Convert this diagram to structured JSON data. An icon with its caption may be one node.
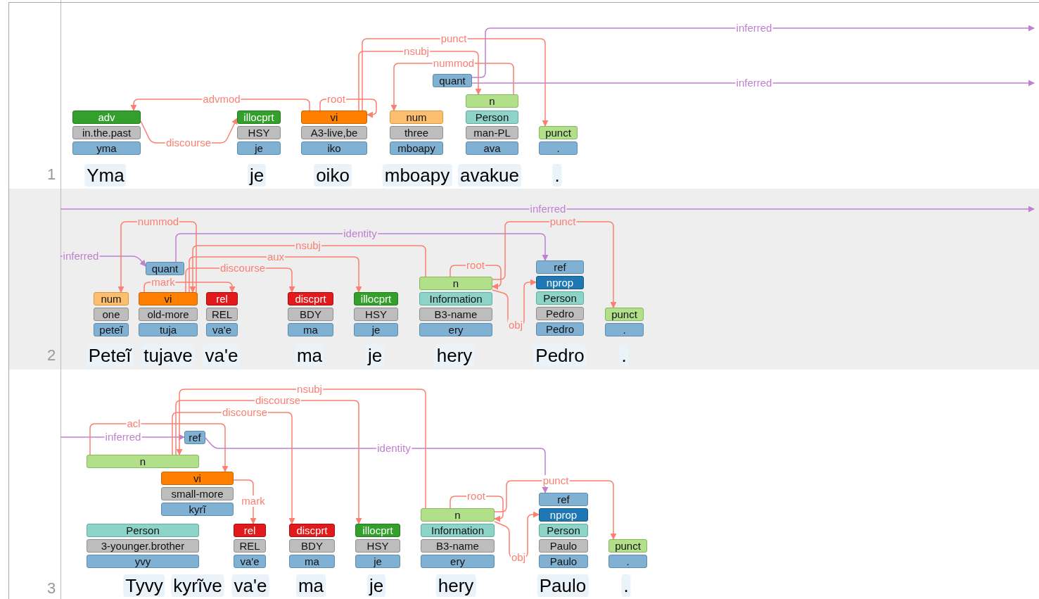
{
  "diagram": {
    "nodes": [
      {
        "text": [
          "adv"
        ]
      },
      {
        "text": [
          "in.the.past"
        ]
      },
      {
        "text": [
          "yma"
        ]
      },
      {
        "text": [
          "illocprt"
        ]
      },
      {
        "text": [
          "HSY"
        ]
      },
      {
        "text": [
          "je"
        ]
      },
      {
        "text": [
          "vi"
        ]
      },
      {
        "text": [
          "A3-live,be"
        ]
      },
      {
        "text": [
          "iko"
        ]
      },
      {
        "text": [
          "quant"
        ]
      },
      {
        "text": [
          "num"
        ]
      },
      {
        "text": [
          "three"
        ]
      },
      {
        "text": [
          "mboapy"
        ]
      },
      {
        "text": [
          "n"
        ]
      },
      {
        "text": [
          "Person"
        ]
      },
      {
        "text": [
          "man-PL"
        ]
      },
      {
        "text": [
          "ava"
        ]
      },
      {
        "text": [
          "punct"
        ]
      },
      {
        "text": [
          "."
        ]
      },
      {
        "text": [
          "Yma"
        ]
      },
      {
        "text": [
          "je"
        ]
      },
      {
        "text": [
          "oiko"
        ]
      },
      {
        "text": [
          "mboapy"
        ]
      },
      {
        "text": [
          "avakue"
        ]
      },
      {
        "text": [
          "."
        ]
      },
      {
        "text": [
          "quant"
        ]
      },
      {
        "text": [
          "num"
        ]
      },
      {
        "text": [
          "one"
        ]
      },
      {
        "text": [
          "peteĩ"
        ]
      },
      {
        "text": [
          "vi"
        ]
      },
      {
        "text": [
          "old-more"
        ]
      },
      {
        "text": [
          "tuja"
        ]
      },
      {
        "text": [
          "rel"
        ]
      },
      {
        "text": [
          "REL"
        ]
      },
      {
        "text": [
          "va'e"
        ]
      },
      {
        "text": [
          "discprt"
        ]
      },
      {
        "text": [
          "BDY"
        ]
      },
      {
        "text": [
          "ma"
        ]
      },
      {
        "text": [
          "illocprt"
        ]
      },
      {
        "text": [
          "HSY"
        ]
      },
      {
        "text": [
          "je"
        ]
      },
      {
        "text": [
          "n"
        ]
      },
      {
        "text": [
          "Information"
        ]
      },
      {
        "text": [
          "B3-name"
        ]
      },
      {
        "text": [
          "ery"
        ]
      },
      {
        "text": [
          "ref"
        ]
      },
      {
        "text": [
          "nprop"
        ]
      },
      {
        "text": [
          "Person"
        ]
      },
      {
        "text": [
          "Pedro"
        ]
      },
      {
        "text": [
          "Pedro"
        ]
      },
      {
        "text": [
          "punct"
        ]
      },
      {
        "text": [
          "."
        ]
      },
      {
        "text": [
          "Peteĩ"
        ]
      },
      {
        "text": [
          "tujave"
        ]
      },
      {
        "text": [
          "va'e"
        ]
      },
      {
        "text": [
          "ma"
        ]
      },
      {
        "text": [
          "je"
        ]
      },
      {
        "text": [
          "hery"
        ]
      },
      {
        "text": [
          "Pedro"
        ]
      },
      {
        "text": [
          "."
        ]
      },
      {
        "text": [
          "ref"
        ]
      },
      {
        "text": [
          "n"
        ]
      },
      {
        "text": [
          "vi"
        ]
      },
      {
        "text": [
          "small-more"
        ]
      },
      {
        "text": [
          "kyrĩ"
        ]
      },
      {
        "text": [
          "Person"
        ]
      },
      {
        "text": [
          "3-younger.brother"
        ]
      },
      {
        "text": [
          "yvy"
        ]
      },
      {
        "text": [
          "rel"
        ]
      },
      {
        "text": [
          "REL"
        ]
      },
      {
        "text": [
          "va'e"
        ]
      },
      {
        "text": [
          "discprt"
        ]
      },
      {
        "text": [
          "BDY"
        ]
      },
      {
        "text": [
          "ma"
        ]
      },
      {
        "text": [
          "illocprt"
        ]
      },
      {
        "text": [
          "HSY"
        ]
      },
      {
        "text": [
          "je"
        ]
      },
      {
        "text": [
          "n"
        ]
      },
      {
        "text": [
          "Information"
        ]
      },
      {
        "text": [
          "B3-name"
        ]
      },
      {
        "text": [
          "ery"
        ]
      },
      {
        "text": [
          "ref"
        ]
      },
      {
        "text": [
          "nprop"
        ]
      },
      {
        "text": [
          "Person"
        ]
      },
      {
        "text": [
          "Paulo"
        ]
      },
      {
        "text": [
          "Paulo"
        ]
      },
      {
        "text": [
          "punct"
        ]
      },
      {
        "text": [
          "."
        ]
      },
      {
        "text": [
          "Tyvy"
        ]
      },
      {
        "text": [
          "kyrĩve"
        ]
      },
      {
        "text": [
          "va'e"
        ]
      },
      {
        "text": [
          "ma"
        ]
      },
      {
        "text": [
          "je"
        ]
      },
      {
        "text": [
          "hery"
        ]
      },
      {
        "text": [
          "Paulo"
        ]
      },
      {
        "text": [
          "."
        ]
      }
    ],
    "edges": [
      {
        "from": 6,
        "to": 0,
        "arrow": "to",
        "label": "advmod"
      },
      {
        "from": 0,
        "to": 3,
        "arrow": "to",
        "label": "discourse"
      },
      {
        "from": 6,
        "to": 6,
        "arrow": "to",
        "label": "root"
      },
      {
        "from": 6,
        "to": 17,
        "arrow": "to",
        "label": "punct"
      },
      {
        "from": 6,
        "to": 13,
        "arrow": "to",
        "label": "nsubj"
      },
      {
        "from": 13,
        "to": 10,
        "arrow": "to",
        "label": "nummod"
      },
      {
        "from": 9,
        "to": null,
        "arrow": "to",
        "label": "inferred",
        "color": "#c080d0"
      },
      {
        "from": 9,
        "to": null,
        "arrow": "to",
        "label": "inferred",
        "color": "#c080d0"
      },
      {
        "from": null,
        "to": 25,
        "arrow": "to",
        "label": "inferred",
        "color": "#c080d0"
      },
      {
        "from": 29,
        "to": 26,
        "arrow": "to",
        "label": "nummod"
      },
      {
        "from": 25,
        "to": 45,
        "arrow": "to",
        "label": "identity",
        "color": "#c080d0"
      },
      {
        "from": 41,
        "to": 29,
        "arrow": "to",
        "label": "nsubj"
      },
      {
        "from": 29,
        "to": 38,
        "arrow": "to",
        "label": "aux"
      },
      {
        "from": 29,
        "to": 35,
        "arrow": "to",
        "label": "discourse"
      },
      {
        "from": 29,
        "to": 32,
        "arrow": "to",
        "label": "mark"
      },
      {
        "from": 41,
        "to": 41,
        "arrow": "to",
        "label": "root"
      },
      {
        "from": 41,
        "to": 50,
        "arrow": "to",
        "label": "punct"
      },
      {
        "from": 41,
        "to": 46,
        "arrow": "to",
        "label": "obj"
      },
      {
        "from": null,
        "to": 60,
        "arrow": "to",
        "label": "inferred",
        "color": "#c080d0"
      },
      {
        "from": 61,
        "to": 62,
        "arrow": "to",
        "label": "acl"
      },
      {
        "from": 60,
        "to": 81,
        "arrow": "to",
        "label": "identity",
        "color": "#c080d0"
      },
      {
        "from": 77,
        "to": 61,
        "arrow": "to",
        "label": "nsubj"
      },
      {
        "from": 61,
        "to": 74,
        "arrow": "to",
        "label": "discourse"
      },
      {
        "from": 61,
        "to": 71,
        "arrow": "to",
        "label": "discourse"
      },
      {
        "from": 62,
        "to": 68,
        "arrow": "to",
        "label": "mark"
      },
      {
        "from": 77,
        "to": 77,
        "arrow": "to",
        "label": "root"
      },
      {
        "from": 77,
        "to": 86,
        "arrow": "to",
        "label": "punct"
      },
      {
        "from": 77,
        "to": 82,
        "arrow": "to",
        "label": "obj"
      }
    ],
    "labels": [
      "1",
      "inferred",
      "2",
      "3"
    ]
  }
}
